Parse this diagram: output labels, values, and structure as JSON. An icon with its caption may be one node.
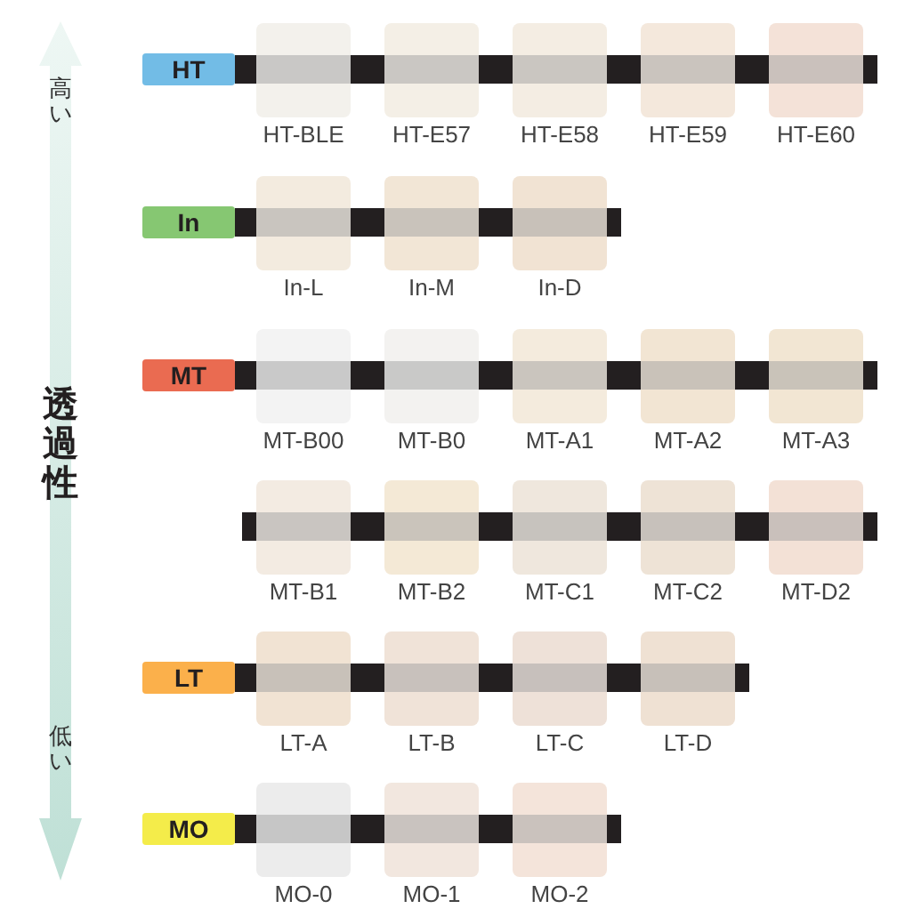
{
  "diagram": {
    "nodes": [
      {
        "text": [
          "HT"
        ]
      },
      {
        "text": [
          "HT-BLE"
        ]
      },
      {
        "text": [
          "HT-E57"
        ]
      },
      {
        "text": [
          "HT-E58"
        ]
      },
      {
        "text": [
          "HT-E59"
        ]
      },
      {
        "text": [
          "HT-E60"
        ]
      },
      {
        "text": [
          "In"
        ]
      },
      {
        "text": [
          "In-L"
        ]
      },
      {
        "text": [
          "In-M"
        ]
      },
      {
        "text": [
          "In-D"
        ]
      },
      {
        "text": [
          "MT"
        ]
      },
      {
        "text": [
          "MT-B00"
        ]
      },
      {
        "text": [
          "MT-B0"
        ]
      },
      {
        "text": [
          "MT-A1"
        ]
      },
      {
        "text": [
          "MT-A2"
        ]
      },
      {
        "text": [
          "MT-A3"
        ]
      },
      {
        "text": [
          "MT-B1"
        ]
      },
      {
        "text": [
          "MT-B2"
        ]
      },
      {
        "text": [
          "MT-C1"
        ]
      },
      {
        "text": [
          "MT-C2"
        ]
      },
      {
        "text": [
          "MT-D2"
        ]
      },
      {
        "text": [
          "LT"
        ]
      },
      {
        "text": [
          "LT-A"
        ]
      },
      {
        "text": [
          "LT-B"
        ]
      },
      {
        "text": [
          "LT-C"
        ]
      },
      {
        "text": [
          "LT-D"
        ]
      },
      {
        "text": [
          "MO"
        ]
      },
      {
        "text": [
          "MO-0"
        ]
      },
      {
        "text": [
          "MO-1"
        ]
      },
      {
        "text": [
          "MO-2"
        ]
      }
    ],
    "edges": [
      {
        "from": 0,
        "to": 1,
        "arrow": "none"
      },
      {
        "from": 1,
        "to": 2,
        "arrow": "none"
      },
      {
        "from": 2,
        "to": 3,
        "arrow": "none"
      },
      {
        "from": 3,
        "to": 4,
        "arrow": "none"
      },
      {
        "from": 4,
        "to": 5,
        "arrow": "none"
      },
      {
        "from": 5,
        "to": null,
        "arrow": "none"
      },
      {
        "from": 6,
        "to": 7,
        "arrow": "none"
      },
      {
        "from": 7,
        "to": 8,
        "arrow": "none"
      },
      {
        "from": 8,
        "to": 9,
        "arrow": "none"
      },
      {
        "from": 9,
        "to": null,
        "arrow": "none"
      },
      {
        "from": 10,
        "to": 11,
        "arrow": "none"
      },
      {
        "from": 11,
        "to": 12,
        "arrow": "none"
      },
      {
        "from": 12,
        "to": 13,
        "arrow": "none"
      },
      {
        "from": 13,
        "to": 14,
        "arrow": "none"
      },
      {
        "from": 14,
        "to": 15,
        "arrow": "none"
      },
      {
        "from": 15,
        "to": null,
        "arrow": "none"
      },
      {
        "from": null,
        "to": 16,
        "arrow": "none"
      },
      {
        "from": 16,
        "to": 17,
        "arrow": "none"
      },
      {
        "from": 17,
        "to": 18,
        "arrow": "none"
      },
      {
        "from": 18,
        "to": 19,
        "arrow": "none"
      },
      {
        "from": 19,
        "to": 20,
        "arrow": "none"
      },
      {
        "from": 20,
        "to": null,
        "arrow": "none"
      },
      {
        "from": 21,
        "to": 22,
        "arrow": "none"
      },
      {
        "from": 22,
        "to": 23,
        "arrow": "none"
      },
      {
        "from": 23,
        "to": 24,
        "arrow": "none"
      },
      {
        "from": 24,
        "to": 25,
        "arrow": "none"
      },
      {
        "from": 25,
        "to": null,
        "arrow": "none"
      },
      {
        "from": 26,
        "to": 27,
        "arrow": "none"
      },
      {
        "from": 27,
        "to": 28,
        "arrow": "none"
      },
      {
        "from": 28,
        "to": 29,
        "arrow": "none"
      },
      {
        "from": 29,
        "to": null,
        "arrow": "none"
      }
    ],
    "labels": [
      "高い",
      "透過性",
      "低い"
    ]
  }
}
